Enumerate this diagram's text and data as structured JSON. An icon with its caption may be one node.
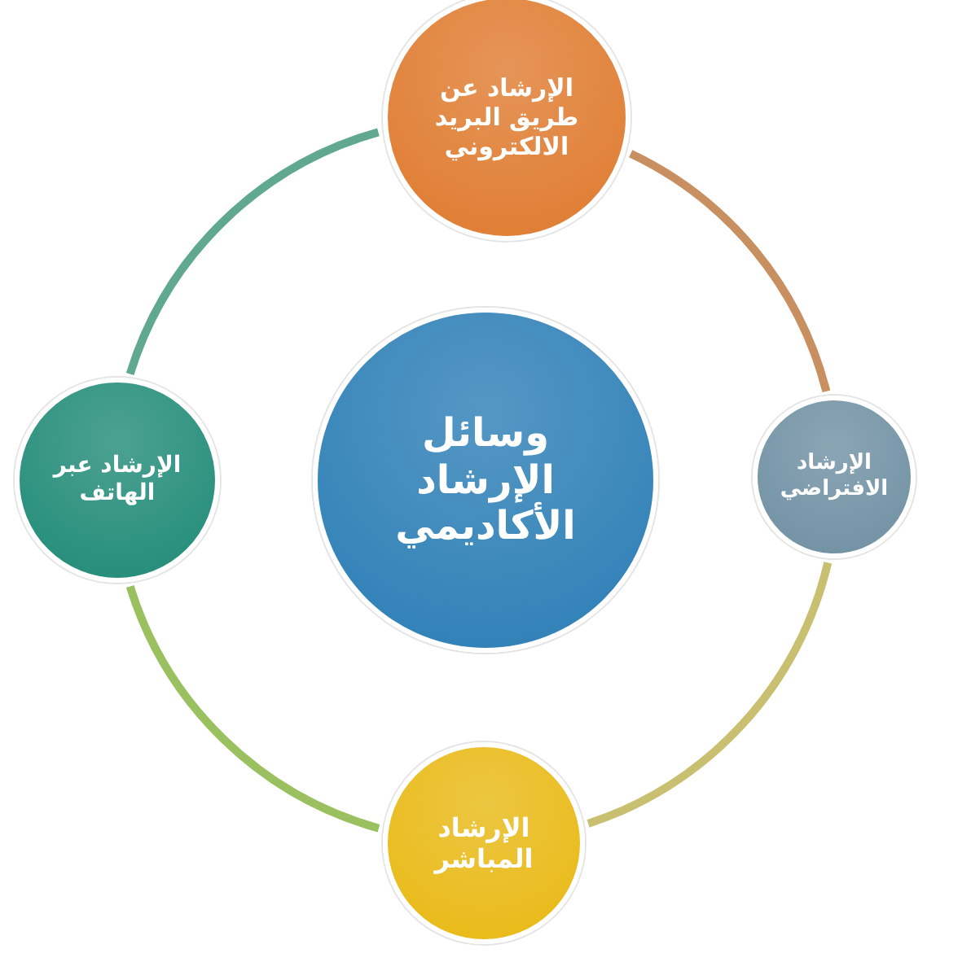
{
  "diagram": {
    "nodes": [
      {
        "text": [
          "وسائل الإرشاد الأكاديمي"
        ]
      },
      {
        "text": [
          "الإرشاد عن طريق البريد الالكتروني"
        ]
      },
      {
        "text": [
          "الإرشاد الافتراضي"
        ]
      },
      {
        "text": [
          "الإرشاد المباشر"
        ]
      },
      {
        "text": [
          "الإرشاد عبر الهاتف"
        ]
      }
    ],
    "edges": [
      {
        "from": 1,
        "to": 2,
        "arrow": "none",
        "color": "#c89060"
      },
      {
        "from": 2,
        "to": 3,
        "arrow": "none",
        "color": "#c8c070"
      },
      {
        "from": 3,
        "to": 4,
        "arrow": "none",
        "color": "#9ac060"
      },
      {
        "from": 4,
        "to": 1,
        "arrow": "none",
        "color": "#60a890"
      }
    ]
  }
}
